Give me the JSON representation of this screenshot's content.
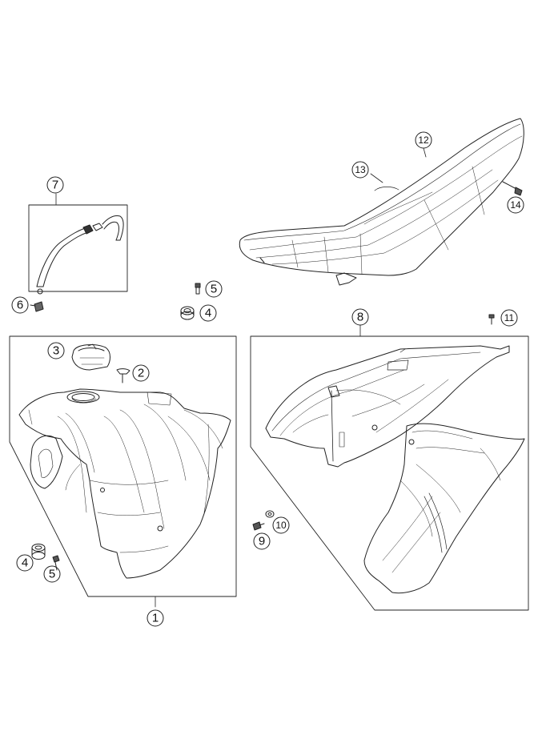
{
  "diagram": {
    "callouts": [
      {
        "id": "c1",
        "label": "1"
      },
      {
        "id": "c2",
        "label": "2"
      },
      {
        "id": "c3",
        "label": "3"
      },
      {
        "id": "c4a",
        "label": "4"
      },
      {
        "id": "c4b",
        "label": "4"
      },
      {
        "id": "c5a",
        "label": "5"
      },
      {
        "id": "c5b",
        "label": "5"
      },
      {
        "id": "c6",
        "label": "6"
      },
      {
        "id": "c7",
        "label": "7"
      },
      {
        "id": "c8",
        "label": "8"
      },
      {
        "id": "c9",
        "label": "9"
      },
      {
        "id": "c10",
        "label": "10"
      },
      {
        "id": "c11",
        "label": "11"
      },
      {
        "id": "c12",
        "label": "12"
      },
      {
        "id": "c13",
        "label": "13"
      },
      {
        "id": "c14",
        "label": "14"
      }
    ]
  }
}
